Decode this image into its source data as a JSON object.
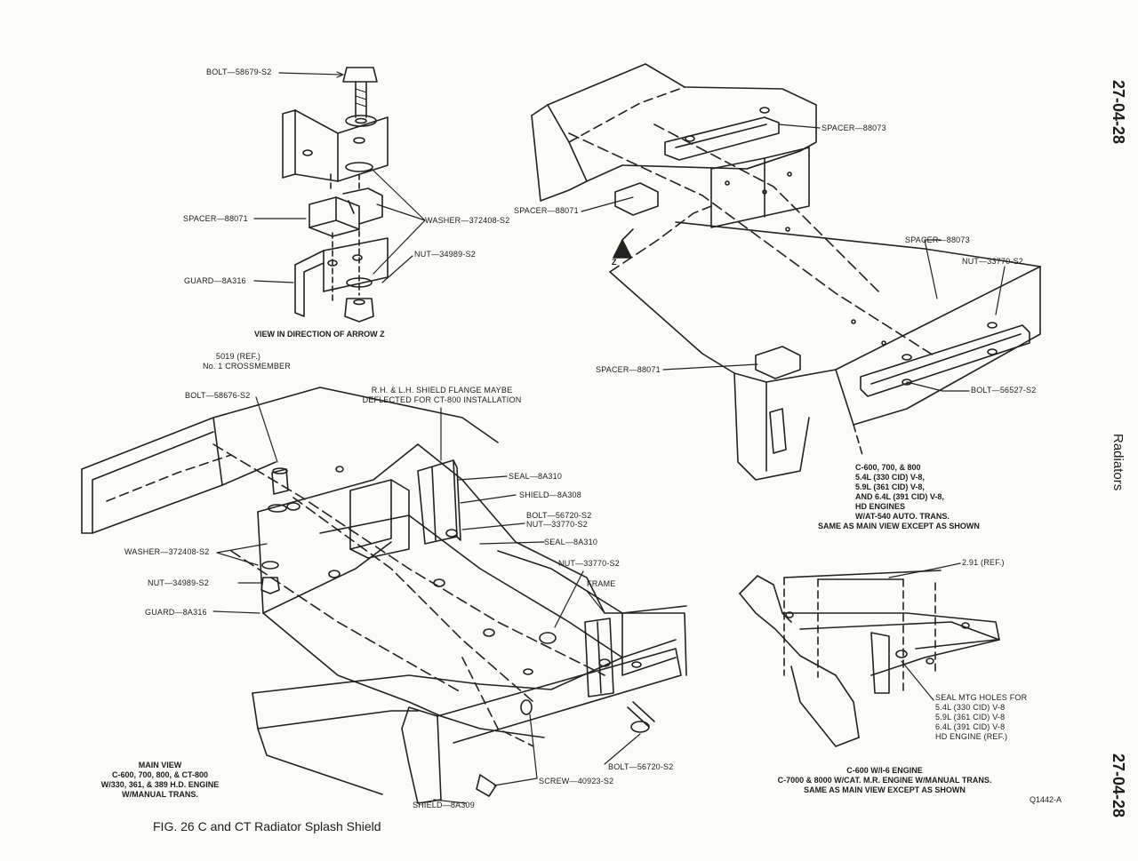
{
  "figure": {
    "caption": "FIG. 26 C and CT Radiator Splash Shield",
    "ref_code": "Q1442-A",
    "page_number_top": "27-04-28",
    "page_number_bottom": "27-04-28",
    "section": "Radiators"
  },
  "arrow_z_view": {
    "title": "VIEW IN DIRECTION OF ARROW Z",
    "labels": {
      "bolt": "BOLT—58679-S2",
      "spacer": "SPACER—88071",
      "washer": "WASHER—372408-S2",
      "nut": "NUT—34989-S2",
      "guard": "GUARD—8A316"
    }
  },
  "alt_view_1": {
    "labels": {
      "spacer_top": "SPACER—88073",
      "spacer_left": "SPACER—88071",
      "spacer_right": "SPACER—88073",
      "nut": "NUT—33770-S2",
      "spacer_bottom": "SPACER—88071",
      "bolt": "BOLT—56527-S2",
      "arrow": "Z"
    },
    "description": [
      "C-600, 700, & 800",
      "5.4L (330 CID) V-8,",
      "5.9L (361 CID) V-8,",
      "AND 6.4L (391 CID) V-8,",
      "HD ENGINES",
      "W/AT-540 AUTO. TRANS.",
      "SAME AS MAIN VIEW EXCEPT AS SHOWN"
    ]
  },
  "main_view": {
    "labels": {
      "crossmember_1": "5019 (REF.)",
      "crossmember_2": "No. 1 CROSSMEMBER",
      "bolt_top": "BOLT—58676-S2",
      "flange_1": "R.H. & L.H. SHIELD FLANGE MAYBE",
      "flange_2": "DEFLECTED FOR CT-800 INSTALLATION",
      "seal_1": "SEAL—8A310",
      "shield": "SHIELD—8A308",
      "bolt_mid": "BOLT—56720-S2",
      "nut_mid": "NUT—33770-S2",
      "seal_2": "SEAL—8A310",
      "washer": "WASHER—372408-S2",
      "nut_low": "NUT—34989-S2",
      "guard": "GUARD—8A316",
      "nut_right": "NUT—33770-S2",
      "frame": "FRAME",
      "bolt_low": "BOLT—56720-S2",
      "screw": "SCREW—40923-S2",
      "shield_low": "SHIELD—8A309"
    },
    "description": [
      "MAIN VIEW",
      "C-600, 700, 800, & CT-800",
      "W/330, 361, & 389 H.D. ENGINE",
      "W/MANUAL TRANS."
    ]
  },
  "alt_view_2": {
    "labels": {
      "dim": "2.91 (REF.)",
      "seal_holes": [
        "SEAL MTG HOLES FOR",
        "5.4L (330 CID) V-8",
        "5.9L (361 CID) V-8",
        "6.4L (391 CID) V-8",
        "HD ENGINE (REF.)"
      ]
    },
    "description": [
      "C-600 W/I-6 ENGINE",
      "C-7000 & 8000 W/CAT. M.R. ENGINE W/MANUAL TRANS.",
      "SAME AS MAIN VIEW EXCEPT AS SHOWN"
    ]
  }
}
